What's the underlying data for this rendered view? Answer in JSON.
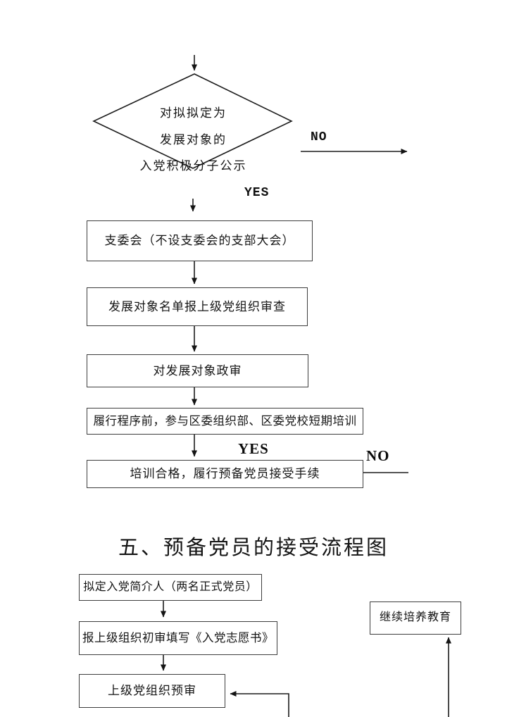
{
  "section_title": "五、预备党员的接受流程图",
  "flowchart_top": {
    "diamond": {
      "line1": "对拟拟定为",
      "line2": "发展对象的",
      "line3": "入党积极分子公示"
    },
    "no_label_top": "NO",
    "yes_label_top": "YES",
    "yes_label_bold": "YES",
    "no_label_bold": "NO",
    "boxes": [
      {
        "label": "支委会（不设支委会的支部大会）"
      },
      {
        "label": "发展对象名单报上级党组织审查"
      },
      {
        "label": "对发展对象政审"
      },
      {
        "label": "履行程序前，参与区委组织部、区委党校短期培训"
      },
      {
        "label": "培训合格，履行预备党员接受手续"
      }
    ]
  },
  "flowchart_bottom": {
    "boxes": [
      {
        "label": "拟定入党简介人（两名正式党员）"
      },
      {
        "label": "报上级组织初审填写《入党志愿书》"
      },
      {
        "label": "上级党组织预审"
      },
      {
        "label": "继续培养教育"
      }
    ]
  },
  "colors": {
    "background": "#ffffff",
    "line": "#1c1c1c",
    "box_border": "#3d3d3d",
    "text": "#141414"
  }
}
